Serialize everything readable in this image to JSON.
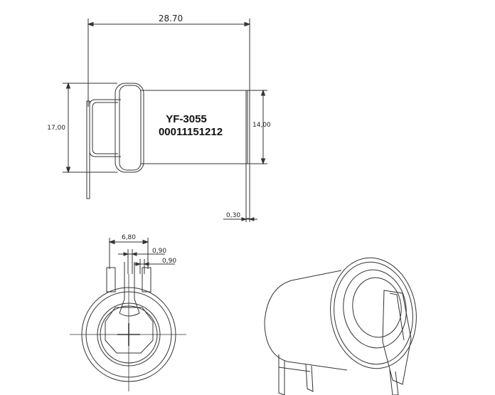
{
  "part": {
    "model": "YF-3055",
    "serial": "00011151212"
  },
  "dimensions": {
    "overall_length": "28.70",
    "cap_height": "17,00",
    "body_height": "14,00",
    "tab_thickness": "0,30",
    "tab_spacing": "6,80",
    "tab_width_a": "0,90",
    "tab_width_b": "0,90"
  }
}
